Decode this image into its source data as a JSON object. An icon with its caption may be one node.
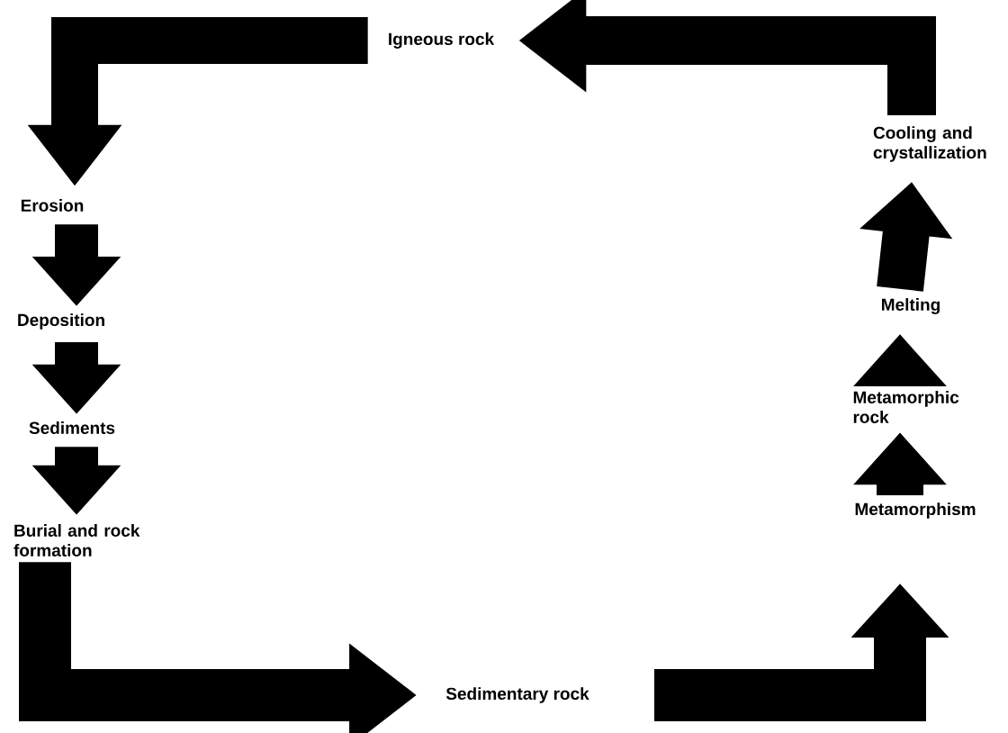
{
  "diagram": {
    "nodes": [
      {
        "text": [
          "Igneous rock"
        ]
      },
      {
        "text": [
          "Erosion"
        ]
      },
      {
        "text": [
          "Deposition"
        ]
      },
      {
        "text": [
          "Sediments"
        ]
      },
      {
        "text": [
          "Burial and rock formation"
        ]
      },
      {
        "text": [
          "Sedimentary rock"
        ]
      },
      {
        "text": [
          "Metamorphism"
        ]
      },
      {
        "text": [
          "Metamorphic rock"
        ]
      },
      {
        "text": [
          "Melting"
        ]
      },
      {
        "text": [
          "Cooling and crystallization"
        ]
      }
    ],
    "edges": [
      {
        "from": 0,
        "to": 1,
        "arrow": "to"
      },
      {
        "from": 1,
        "to": 2,
        "arrow": "to"
      },
      {
        "from": 2,
        "to": 3,
        "arrow": "to"
      },
      {
        "from": 3,
        "to": 4,
        "arrow": "to"
      },
      {
        "from": 4,
        "to": 5,
        "arrow": "to"
      },
      {
        "from": 5,
        "to": 6,
        "arrow": "to"
      },
      {
        "from": 6,
        "to": 7,
        "arrow": "to"
      },
      {
        "from": 7,
        "to": 8,
        "arrow": "to"
      },
      {
        "from": 8,
        "to": 9,
        "arrow": "to"
      },
      {
        "from": 9,
        "to": 0,
        "arrow": "to"
      }
    ]
  }
}
